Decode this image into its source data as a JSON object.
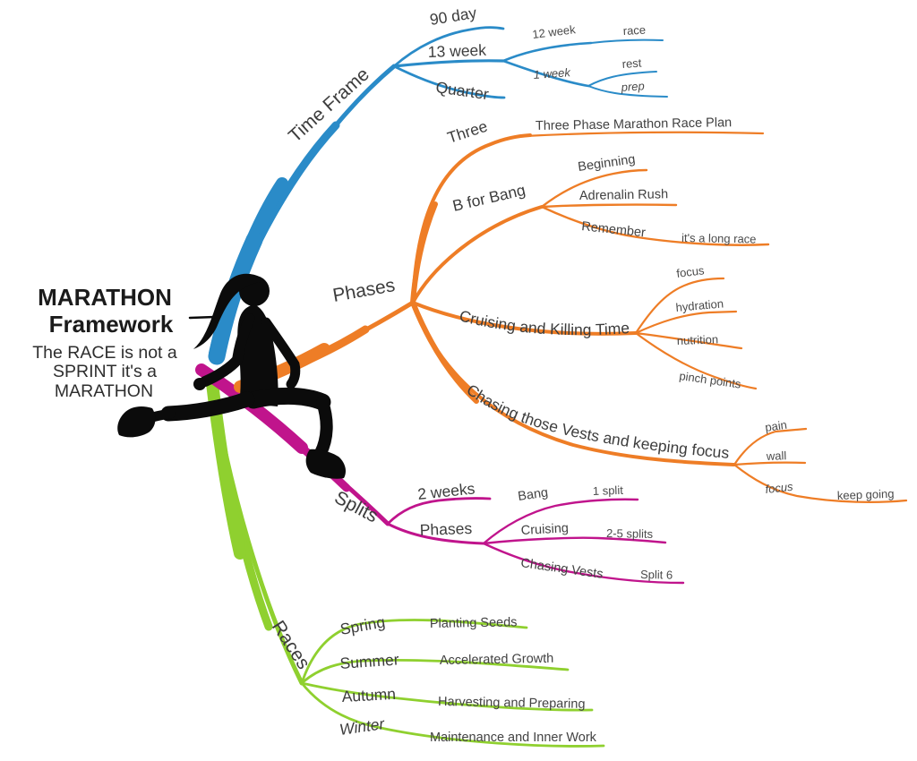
{
  "center": {
    "title_lines": [
      "MARATHON",
      "Framework"
    ],
    "subtitle_lines": [
      "The RACE is not a",
      "SPRINT it's a",
      "MARATHON"
    ],
    "figure": "running-woman-silhouette"
  },
  "colors": {
    "time_frame": "#2a8bc8",
    "phases": "#ee7d26",
    "splits": "#c0148c",
    "races": "#8fd02f",
    "runner": "#0b0b0b",
    "label_text": "#3d3d3d",
    "background": "#ffffff"
  },
  "branches": [
    {
      "label": "Time Frame",
      "color": "#2a8bc8",
      "children": [
        {
          "label": "90 day",
          "children": []
        },
        {
          "label": "13 week",
          "children": [
            {
              "label": "12 week",
              "children": [
                {
                  "label": "race"
                }
              ]
            },
            {
              "label": "1 week",
              "children": [
                {
                  "label": "rest"
                },
                {
                  "label": "prep"
                }
              ]
            }
          ]
        },
        {
          "label": "Quarter",
          "children": []
        }
      ]
    },
    {
      "label": "Phases",
      "color": "#ee7d26",
      "children": [
        {
          "label": "Three",
          "children": [
            {
              "label": "Three Phase Marathon Race Plan"
            }
          ]
        },
        {
          "label": "B for Bang",
          "children": [
            {
              "label": "Beginning"
            },
            {
              "label": "Adrenalin Rush"
            },
            {
              "label": "Remember",
              "children": [
                {
                  "label": "it's a long race"
                }
              ]
            }
          ]
        },
        {
          "label": "Cruising and Killing Time",
          "children": [
            {
              "label": "focus"
            },
            {
              "label": "hydration"
            },
            {
              "label": "nutrition"
            },
            {
              "label": "pinch points"
            }
          ]
        },
        {
          "label": "Chasing those Vests and keeping focus",
          "children": [
            {
              "label": "pain"
            },
            {
              "label": "wall"
            },
            {
              "label": "focus",
              "children": [
                {
                  "label": "keep going"
                }
              ]
            }
          ]
        }
      ]
    },
    {
      "label": "Splits",
      "color": "#c0148c",
      "children": [
        {
          "label": "2 weeks",
          "children": []
        },
        {
          "label": "Phases",
          "children": [
            {
              "label": "Bang",
              "children": [
                {
                  "label": "1 split"
                }
              ]
            },
            {
              "label": "Cruising",
              "children": [
                {
                  "label": "2-5 splits"
                }
              ]
            },
            {
              "label": "Chasing Vests",
              "children": [
                {
                  "label": "Split 6"
                }
              ]
            }
          ]
        }
      ]
    },
    {
      "label": "Races",
      "color": "#8fd02f",
      "children": [
        {
          "label": "Spring",
          "children": [
            {
              "label": "Planting Seeds"
            }
          ]
        },
        {
          "label": "Summer",
          "children": [
            {
              "label": "Accelerated Growth"
            }
          ]
        },
        {
          "label": "Autumn",
          "children": [
            {
              "label": "Harvesting and Preparing"
            }
          ]
        },
        {
          "label": "Winter",
          "children": [
            {
              "label": "Maintenance and Inner Work"
            }
          ]
        }
      ]
    }
  ]
}
